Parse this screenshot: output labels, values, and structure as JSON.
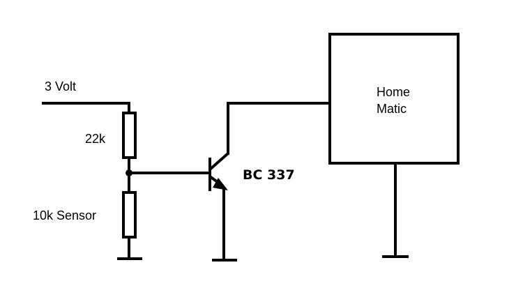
{
  "labels": {
    "supply": "3 Volt",
    "r_top": "22k",
    "r_bottom": "10k Sensor",
    "transistor": "BC 337",
    "box_line1": "Home",
    "box_line2": "Matic"
  },
  "colors": {
    "line": "#000000",
    "background": "#ffffff"
  }
}
